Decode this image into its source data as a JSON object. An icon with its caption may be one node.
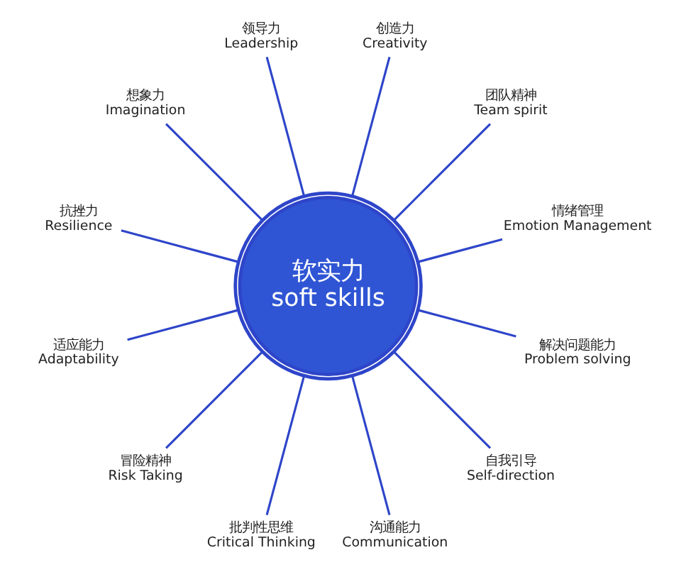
{
  "diagram": {
    "nodes": [
      {
        "text": [
          "软实力",
          "soft skills"
        ]
      },
      {
        "text": [
          "情绪管理",
          "Emotion Management"
        ]
      },
      {
        "text": [
          "团队精神",
          "Team spirit"
        ]
      },
      {
        "text": [
          "创造力",
          "Creativity"
        ]
      },
      {
        "text": [
          "领导力",
          "Leadership"
        ]
      },
      {
        "text": [
          "想象力",
          "Imagination"
        ]
      },
      {
        "text": [
          "抗挫力",
          "Resilience"
        ]
      },
      {
        "text": [
          "适应能力",
          "Adaptability"
        ]
      },
      {
        "text": [
          "冒险精神",
          "Risk Taking"
        ]
      },
      {
        "text": [
          "批判性思维",
          "Critical Thinking"
        ]
      },
      {
        "text": [
          "沟通能力",
          "Communication"
        ]
      },
      {
        "text": [
          "自我引导",
          "Self-direction"
        ]
      },
      {
        "text": [
          "解决问题能力",
          "Problem solving"
        ]
      }
    ],
    "edges": [
      {
        "from": 0,
        "to": 1,
        "arrow": "none"
      },
      {
        "from": 0,
        "to": 2,
        "arrow": "none"
      },
      {
        "from": 0,
        "to": 3,
        "arrow": "none"
      },
      {
        "from": 0,
        "to": 4,
        "arrow": "none"
      },
      {
        "from": 0,
        "to": 5,
        "arrow": "none"
      },
      {
        "from": 0,
        "to": 6,
        "arrow": "none"
      },
      {
        "from": 0,
        "to": 7,
        "arrow": "none"
      },
      {
        "from": 0,
        "to": 8,
        "arrow": "none"
      },
      {
        "from": 0,
        "to": 9,
        "arrow": "none"
      },
      {
        "from": 0,
        "to": 10,
        "arrow": "none"
      },
      {
        "from": 0,
        "to": 11,
        "arrow": "none"
      },
      {
        "from": 0,
        "to": 12,
        "arrow": "none"
      }
    ]
  }
}
